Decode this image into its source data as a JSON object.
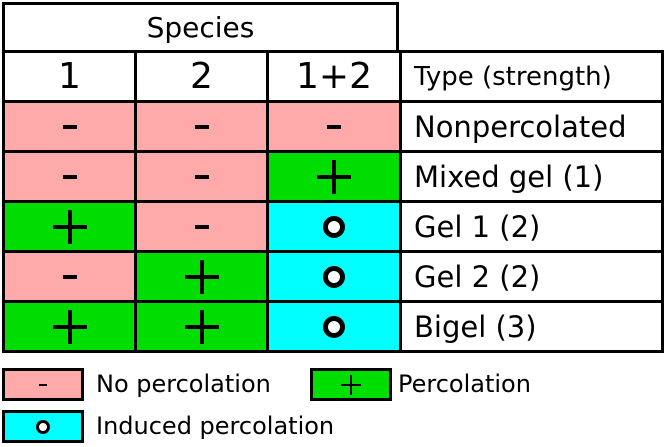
{
  "header": {
    "group_label": "Species",
    "columns": [
      "1",
      "2",
      "1+2"
    ],
    "type_label": "Type (strength)"
  },
  "rows": [
    {
      "cells": [
        "minus",
        "minus",
        "minus"
      ],
      "type": "Nonpercolated"
    },
    {
      "cells": [
        "minus",
        "minus",
        "plus"
      ],
      "type": "Mixed gel (1)"
    },
    {
      "cells": [
        "plus",
        "minus",
        "induced"
      ],
      "type": "Gel 1 (2)"
    },
    {
      "cells": [
        "minus",
        "plus",
        "induced"
      ],
      "type": "Gel 2 (2)"
    },
    {
      "cells": [
        "plus",
        "plus",
        "induced"
      ],
      "type": "Bigel (3)"
    }
  ],
  "legend": {
    "no_percolation": "No percolation",
    "percolation": "Percolation",
    "induced_percolation": "Induced percolation"
  },
  "colors": {
    "no_percolation": "#ffaaaa",
    "percolation": "#00dd00",
    "induced_percolation": "#00ffff"
  },
  "symbols": {
    "minus": "-",
    "plus": "+",
    "induced": "ring-icon"
  }
}
